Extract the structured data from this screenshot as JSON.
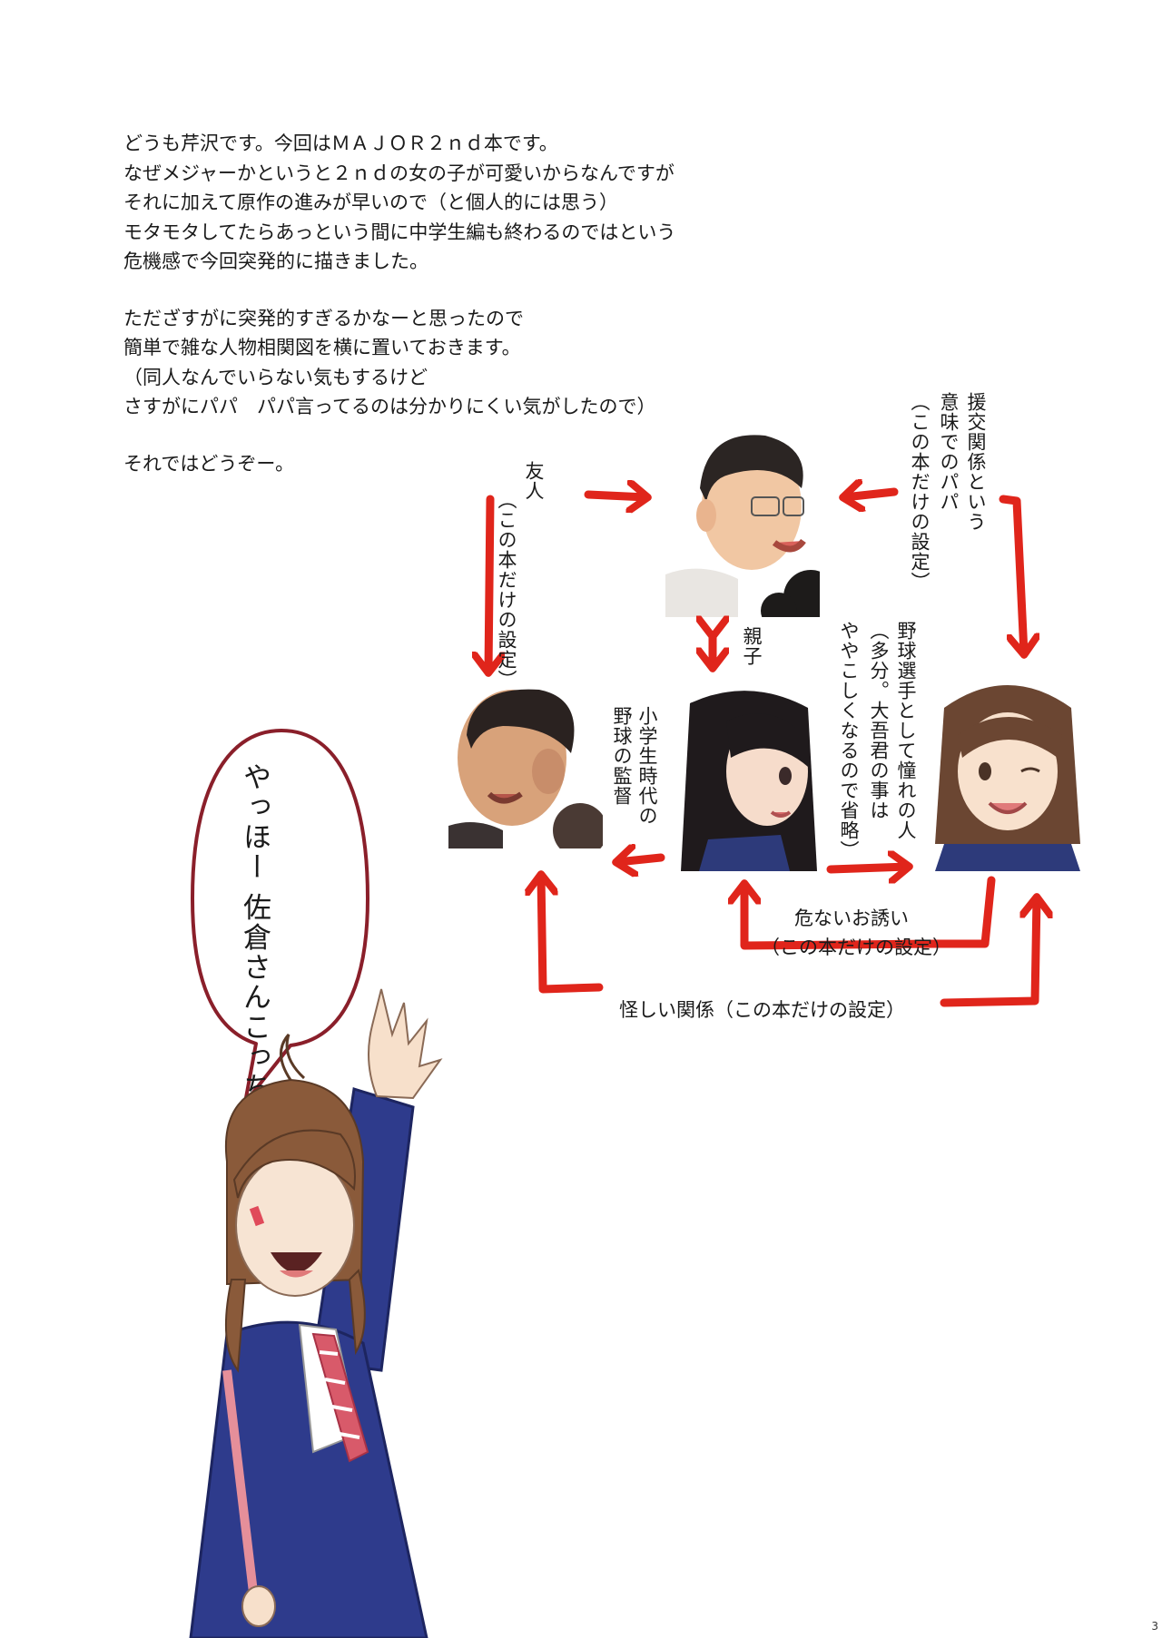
{
  "intro": {
    "paragraph1": [
      "どうも芹沢です。今回はＭＡＪＯＲ２ｎｄ本です。",
      "なぜメジャーかというと２ｎｄの女の子が可愛いからなんですが",
      "それに加えて原作の進みが早いので（と個人的には思う）",
      "モタモタしてたらあっという間に中学生編も終わるのではという",
      "危機感で今回突発的に描きました。"
    ],
    "paragraph2": [
      "ただざすがに突発的すぎるかなーと思ったので",
      "簡単で雑な人物相関図を横に置いておきます。",
      "（同人なんでいらない気もするけど",
      "さすがにパパ　パパ言ってるのは分かりにくい気がしたので）"
    ],
    "paragraph3": "それではどうぞー。"
  },
  "diagram": {
    "labels": {
      "friend": "友人",
      "friend_note": "（この本だけの設定）",
      "compensated_l1": "援交関係という",
      "compensated_l2": "意味でのパパ",
      "compensated_l3": "（この本だけの設定）",
      "parent_child": "親子",
      "coach_l1": "小学生時代の",
      "coach_l2": "野球の監督",
      "admire_l1": "野球選手として憧れの人",
      "admire_l2": "（多分。大吾君の事は",
      "admire_l3": "ややこしくなるので省略）",
      "danger_l1": "危ないお誘い",
      "danger_l2": "（この本だけの設定）",
      "suspicious": "怪しい関係（この本だけの設定）"
    },
    "arrow_color": "#e0251b"
  },
  "bubble": {
    "line1": "やっほー",
    "line2": "佐倉さんこっちこっち"
  },
  "page_number": "3"
}
